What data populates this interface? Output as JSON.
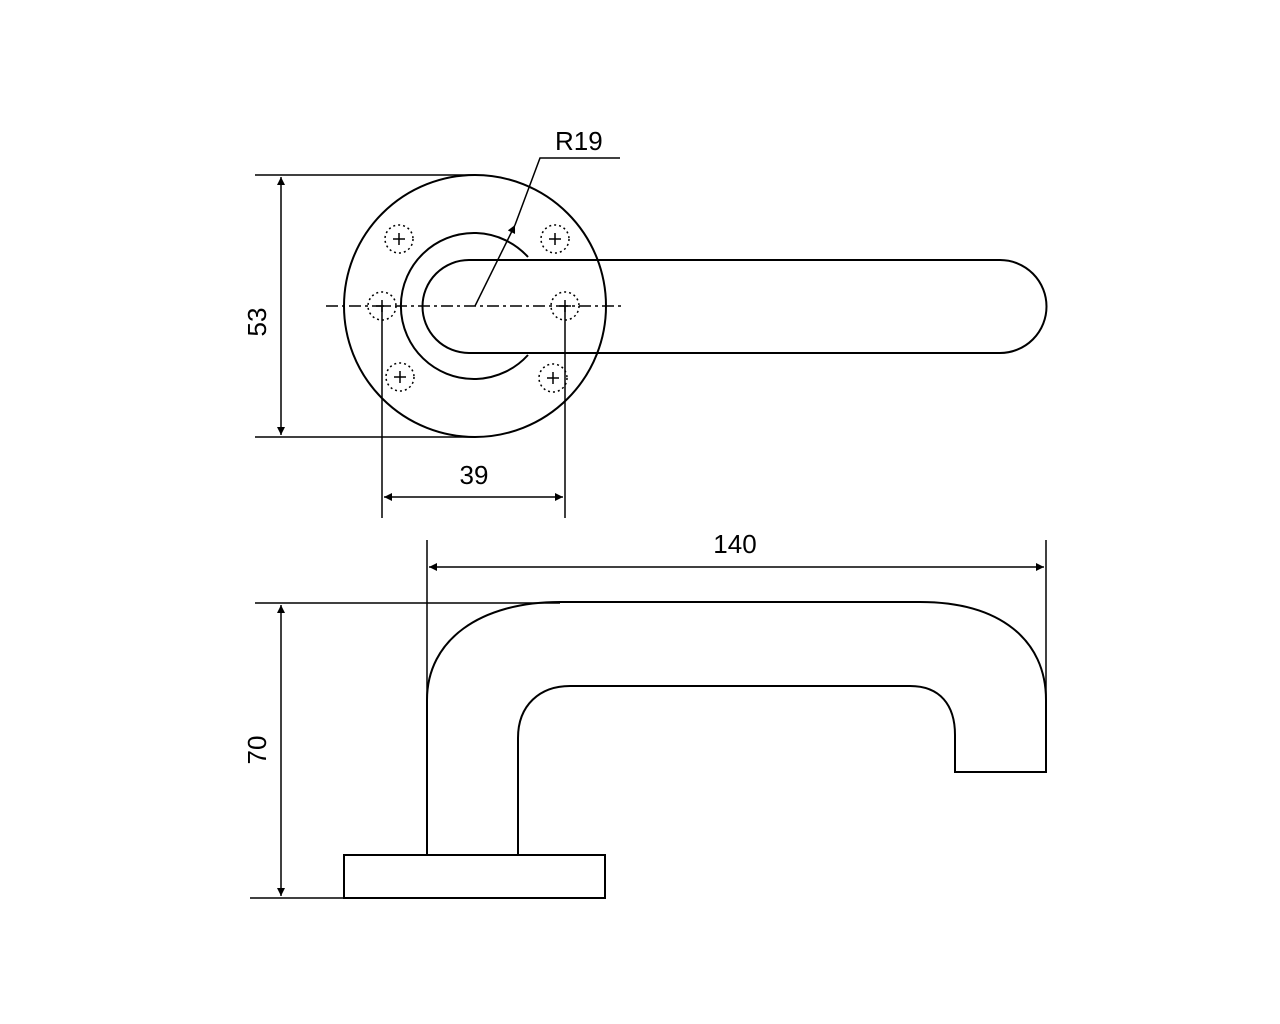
{
  "drawing": {
    "radius_label": "R19",
    "rose_diameter_label": "53",
    "hole_spacing_label": "39",
    "length_label": "140",
    "height_label": "70"
  },
  "colors": {
    "line": "#000000",
    "background": "#ffffff"
  }
}
